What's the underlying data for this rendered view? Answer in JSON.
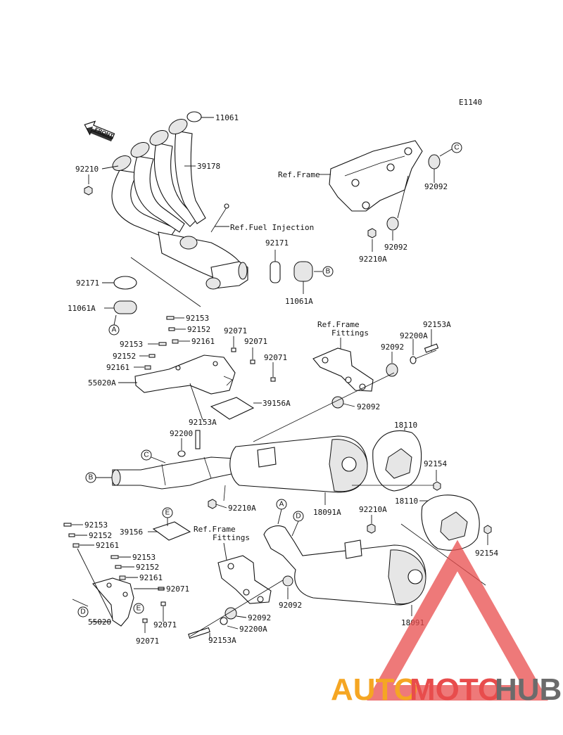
{
  "diagram_code": "E1140",
  "front_label": "FRONT",
  "labels": {
    "p11061": "11061",
    "p39178": "39178",
    "p92210": "92210",
    "ref_fuel": "Ref.Fuel Injection",
    "ref_frame": "Ref.Frame",
    "p92092_top_right": "92092",
    "p92092_top_mid": "92092",
    "p92210A_top": "92210A",
    "p92171_left": "92171",
    "p11061A_left": "11061A",
    "p92171_mid": "92171",
    "p11061A_mid": "11061A",
    "ref_frame_fittings_1a": "Ref.Frame",
    "ref_frame_fittings_1b": "Fittings",
    "p92153A_right": "92153A",
    "p92200A_right": "92200A",
    "p92092_right": "92092",
    "p92153_a": "92153",
    "p92152_a": "92152",
    "p92153_b": "92153",
    "p92161_a": "92161",
    "p92152_b": "92152",
    "p92161_b": "92161",
    "p92071_a": "92071",
    "p92071_b": "92071",
    "p92071_c": "92071",
    "p55020A": "55020A",
    "p39156A": "39156A",
    "p92092_mid": "92092",
    "p92153A_mid": "92153A",
    "p92200": "92200",
    "p18110_a": "18110",
    "p92154_a": "92154",
    "p18110_b": "18110",
    "p92210A_mid": "92210A",
    "p18091A": "18091A",
    "p92210A_low": "92210A",
    "p92154_b": "92154",
    "p92153_c": "92153",
    "p92152_c": "92152",
    "p92161_c": "92161",
    "p39156": "39156",
    "ref_frame_fittings_2a": "Ref.Frame",
    "ref_frame_fittings_2b": "Fittings",
    "p92153_d": "92153",
    "p92152_d": "92152",
    "p92161_d": "92161",
    "p92071_d": "92071",
    "p92071_e": "92071",
    "p92071_f": "92071",
    "p55020": "55020",
    "p92092_low": "92092",
    "p92092_low2": "92092",
    "p92200A_low": "92200A",
    "p92153A_low": "92153A",
    "p18091": "18091"
  },
  "callouts": {
    "A": "A",
    "B": "B",
    "C": "C",
    "D": "D",
    "E": "E"
  },
  "watermark": {
    "part1": "AUTO",
    "part2": "MOTO",
    "part3": "HUB",
    "color_orange": "#f5a623",
    "color_red": "#e84c4c",
    "color_gray": "#6b6b6b"
  }
}
